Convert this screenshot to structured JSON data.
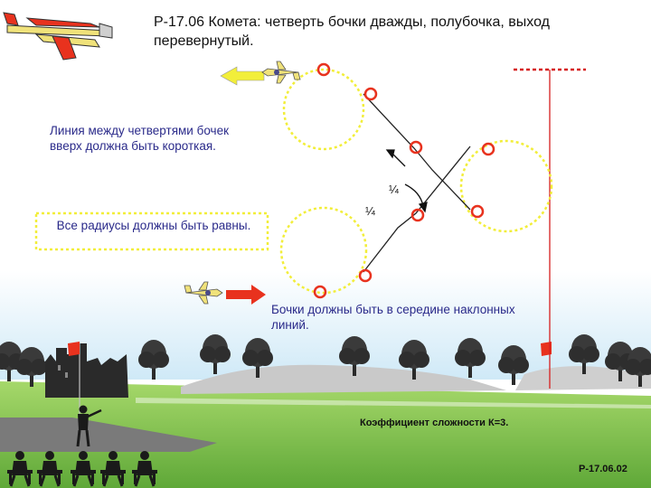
{
  "title": "P-17.06 Комета: четверть бочки дважды, полубочка, выход перевернутый.",
  "notes": {
    "short_line": "Линия между четвертями бочек вверх должна быть короткая.",
    "radii": "Все радиусы должны быть равны.",
    "rolls_middle": "Бочки должны быть в середине наклонных линий."
  },
  "roll_marks": {
    "q1": "¼",
    "q2": "¼"
  },
  "coefficient": "Коэффициент сложности К=3.",
  "code": "P-17.06.02",
  "colors": {
    "loop_path": "#f2ee3a",
    "marker": "#e8321e",
    "arrow_entry": "#e8321e",
    "arrow_exit": "#f2ee3a",
    "grass": "#7ec24a",
    "sky_band": "#d6eefa",
    "centerline": "#d61e1e"
  },
  "icons": [
    "pilot-plane-icon",
    "entry-arrow-icon",
    "exit-arrow-icon",
    "flag-icon",
    "pilot-icon",
    "judge-icon",
    "tree-icon",
    "castle-ruin-icon"
  ]
}
